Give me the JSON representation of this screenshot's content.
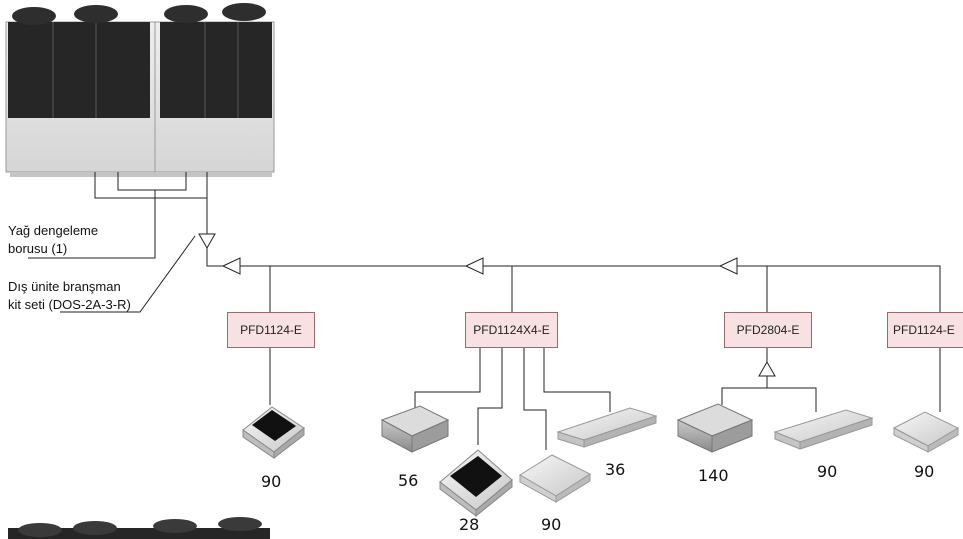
{
  "labels": {
    "oil_pipe": [
      "Yağ dengeleme",
      "borusu (1)"
    ],
    "branch_kit": [
      "Dış ünite branşman",
      "kit seti (DOS-2A-3-R)"
    ]
  },
  "distributors": [
    "PFD1124-E",
    "PFD1124X4-E",
    "PFD2804-E",
    "PFD1124-E"
  ],
  "capacities": [
    "90",
    "56",
    "28",
    "90",
    "36",
    "140",
    "90",
    "90"
  ],
  "colors": {
    "box_fill": "#f7e1e2",
    "box_border": "#9a6a6d",
    "line": "#222222"
  }
}
